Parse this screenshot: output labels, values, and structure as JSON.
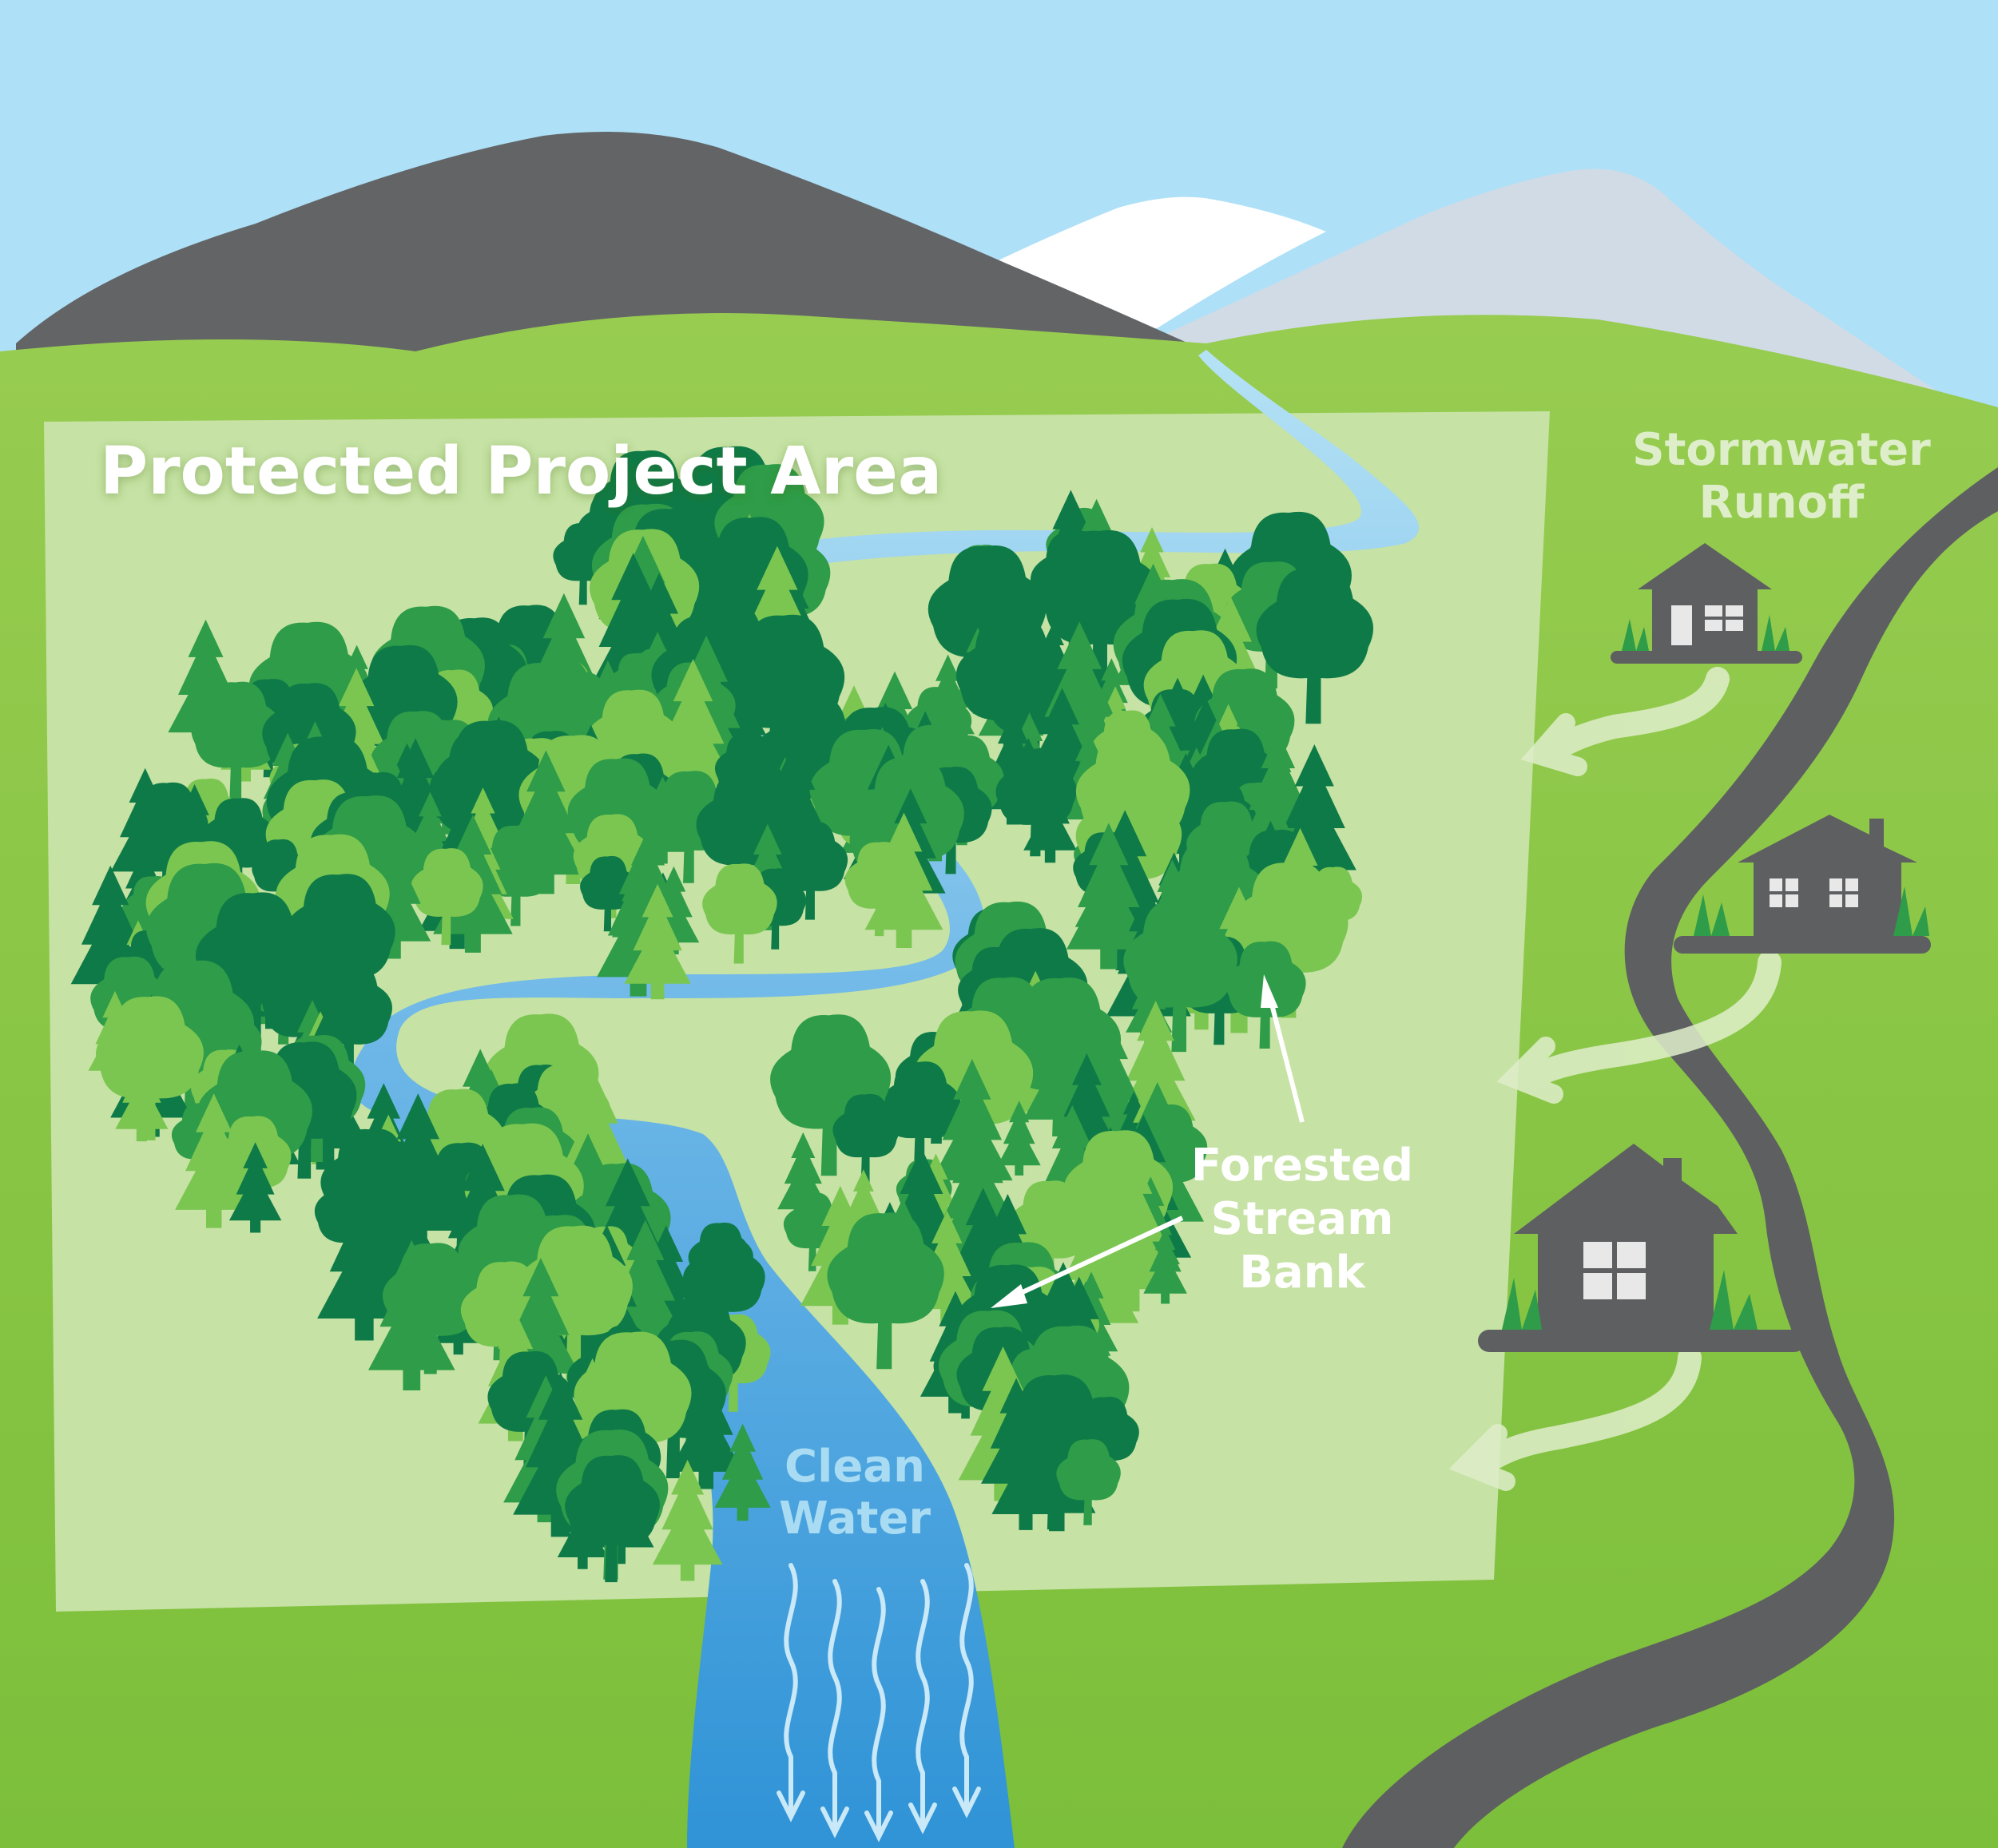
{
  "title": "Protected Project Area",
  "labels": {
    "stormwater_line1": "Stormwater",
    "stormwater_line2": "Runoff",
    "forested_line1": "Forested",
    "forested_line2": "Stream",
    "forested_line3": "Bank",
    "clean_line1": "Clean",
    "clean_line2": "Water"
  },
  "colors": {
    "sky": "#aee0f7",
    "hill_green": "#8cc63f",
    "project_area": "#c6e2a4",
    "mountain_dark": "#636466",
    "mountain_snow": "#ffffff",
    "mountain_far": "#d1dbe6",
    "stream_light": "#a9dcf3",
    "stream_dark": "#3b9ad9",
    "road": "#5e5f61",
    "house": "#5e5f61",
    "runoff_arrow": "#dfeeca",
    "tree_dark": "#0e7a47",
    "tree_mid": "#2e9c48",
    "tree_light": "#7bc651"
  },
  "icons": {
    "house": "house-icon",
    "runoff_arrow": "runoff-arrow-icon",
    "pointer_arrow": "pointer-arrow-icon",
    "flow_arrow": "flow-arrow-icon",
    "tree": "tree-icon"
  }
}
